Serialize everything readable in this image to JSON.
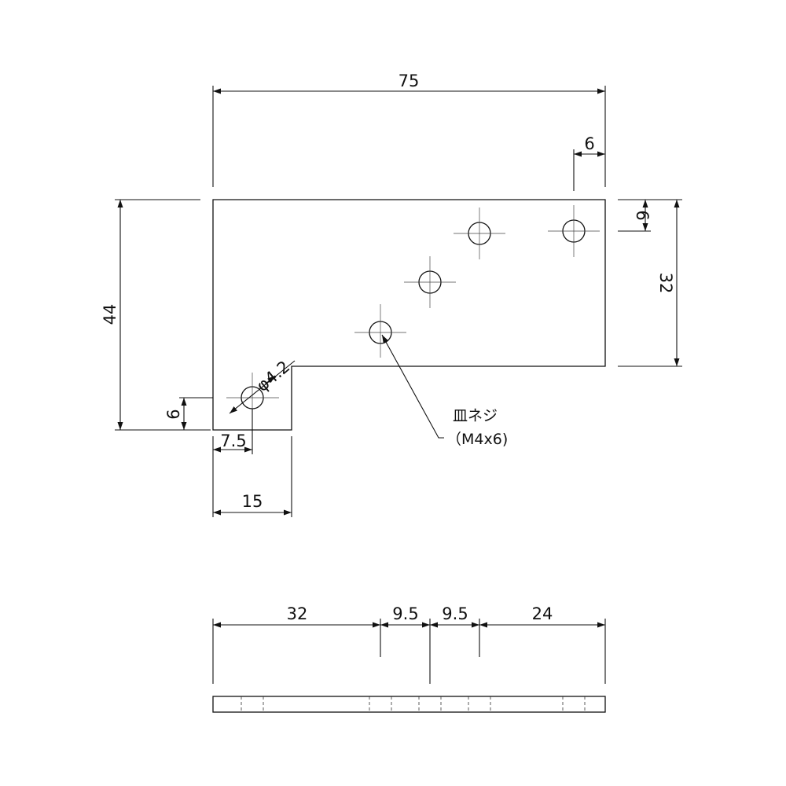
{
  "plan_view": {
    "dimensions": {
      "overall_width": "75",
      "right_hole_offset_x": "6",
      "right_hole_offset_y": "6",
      "hole_pattern_height": "32",
      "overall_height": "44",
      "corner_hole_offset_y": "6",
      "corner_hole_offset_x": "7.5",
      "notch_width": "15",
      "hole_diameter": "φ4.2"
    },
    "callout": {
      "line1": "皿ネジ",
      "line2": "（M4x6)"
    }
  },
  "side_view": {
    "dimensions": {
      "seg1": "32",
      "seg2": "9.5",
      "seg3": "9.5",
      "seg4": "24"
    }
  },
  "colors": {
    "line": "#111111",
    "centerline": "#444444",
    "background": "#ffffff"
  }
}
